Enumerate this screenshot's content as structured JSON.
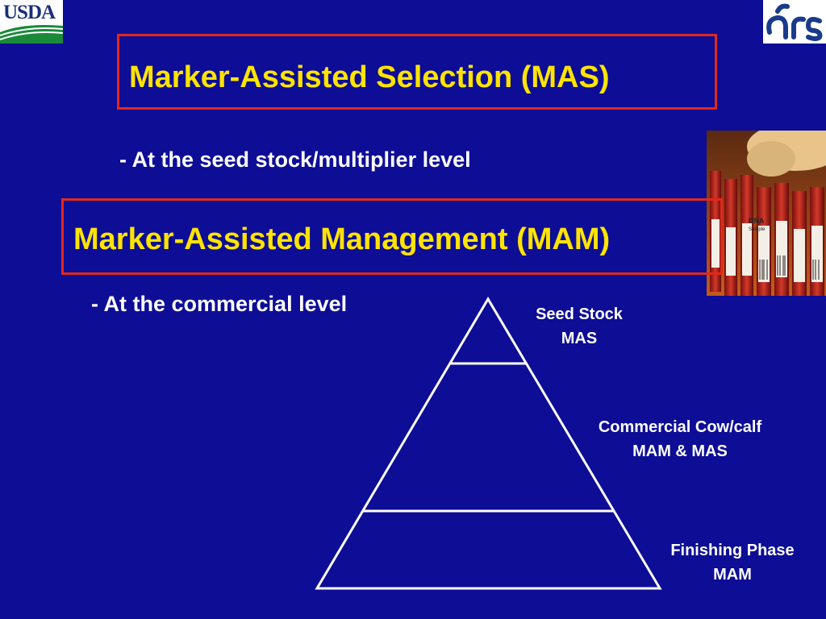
{
  "logos": {
    "usda_text": "USDA",
    "usda_icon": "usda-logo-icon",
    "ars_icon": "ars-logo-icon"
  },
  "slide": {
    "title_mas": "Marker-Assisted Selection (MAS)",
    "bullet_mas": "- At the seed stock/multiplier level",
    "title_mam": "Marker-Assisted Management (MAM)",
    "bullet_mam": "- At the commercial level"
  },
  "pyramid": {
    "tiers": [
      {
        "line1": "Seed Stock",
        "line2": "MAS"
      },
      {
        "line1": "Commercial Cow/calf",
        "line2": "MAM & MAS"
      },
      {
        "line1": "Finishing Phase",
        "line2": "MAM"
      }
    ]
  },
  "photo": {
    "tube_label": "DNA",
    "tube_sublabel": "Sample"
  },
  "colors": {
    "background": "#0d0d96",
    "title_text": "#ffe400",
    "box_border": "#e3281a",
    "body_text": "#ffffff"
  }
}
